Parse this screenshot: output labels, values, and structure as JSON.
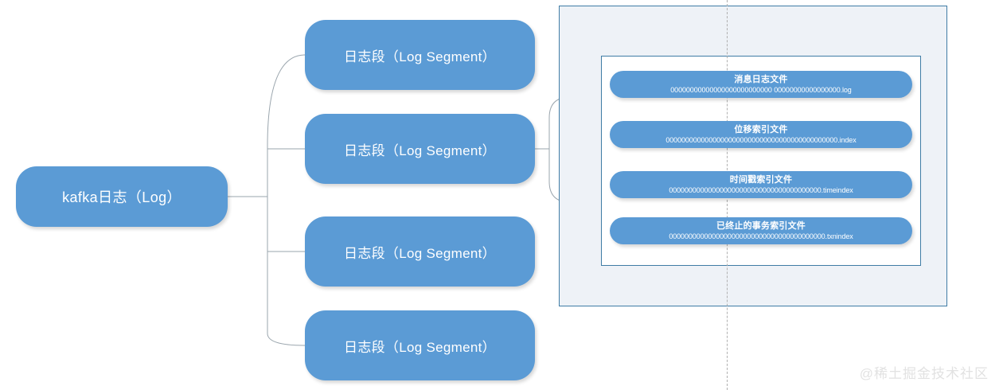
{
  "diagram": {
    "root": {
      "label": "kafka日志（Log）"
    },
    "segments": [
      {
        "label": "日志段（Log Segment）"
      },
      {
        "label": "日志段（Log Segment）"
      },
      {
        "label": "日志段（Log Segment）"
      },
      {
        "label": "日志段（Log Segment）"
      }
    ],
    "files": [
      {
        "title": "消息日志文件",
        "filename": "00000000000000000000000000 00000000000000000.log"
      },
      {
        "title": "位移索引文件",
        "filename": "00000000000000000000000000000000000000000000.index"
      },
      {
        "title": "时间戳索引文件",
        "filename": "000000000000000000000000000000000000000.timeindex"
      },
      {
        "title": "已终止的事务索引文件",
        "filename": "0000000000000000000000000000000000000000.txnindex"
      }
    ],
    "watermark": "@稀土掘金技术社区",
    "colors": {
      "node_fill": "#5B9BD5",
      "node_text": "#ffffff",
      "panel_border": "#3F7CA5",
      "outer_panel_fill": "#eef2f7",
      "connector": "#9aa5ad",
      "dashed_divider": "#b0b0b0",
      "watermark": "#e2e2e2"
    }
  }
}
